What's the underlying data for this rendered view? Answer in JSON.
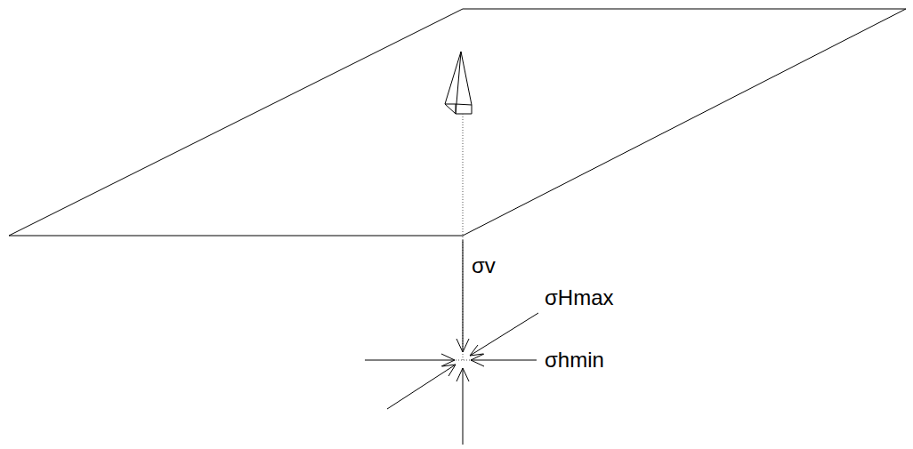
{
  "diagram": {
    "labels": [
      "σv",
      "σHmax",
      "σhmin"
    ]
  }
}
